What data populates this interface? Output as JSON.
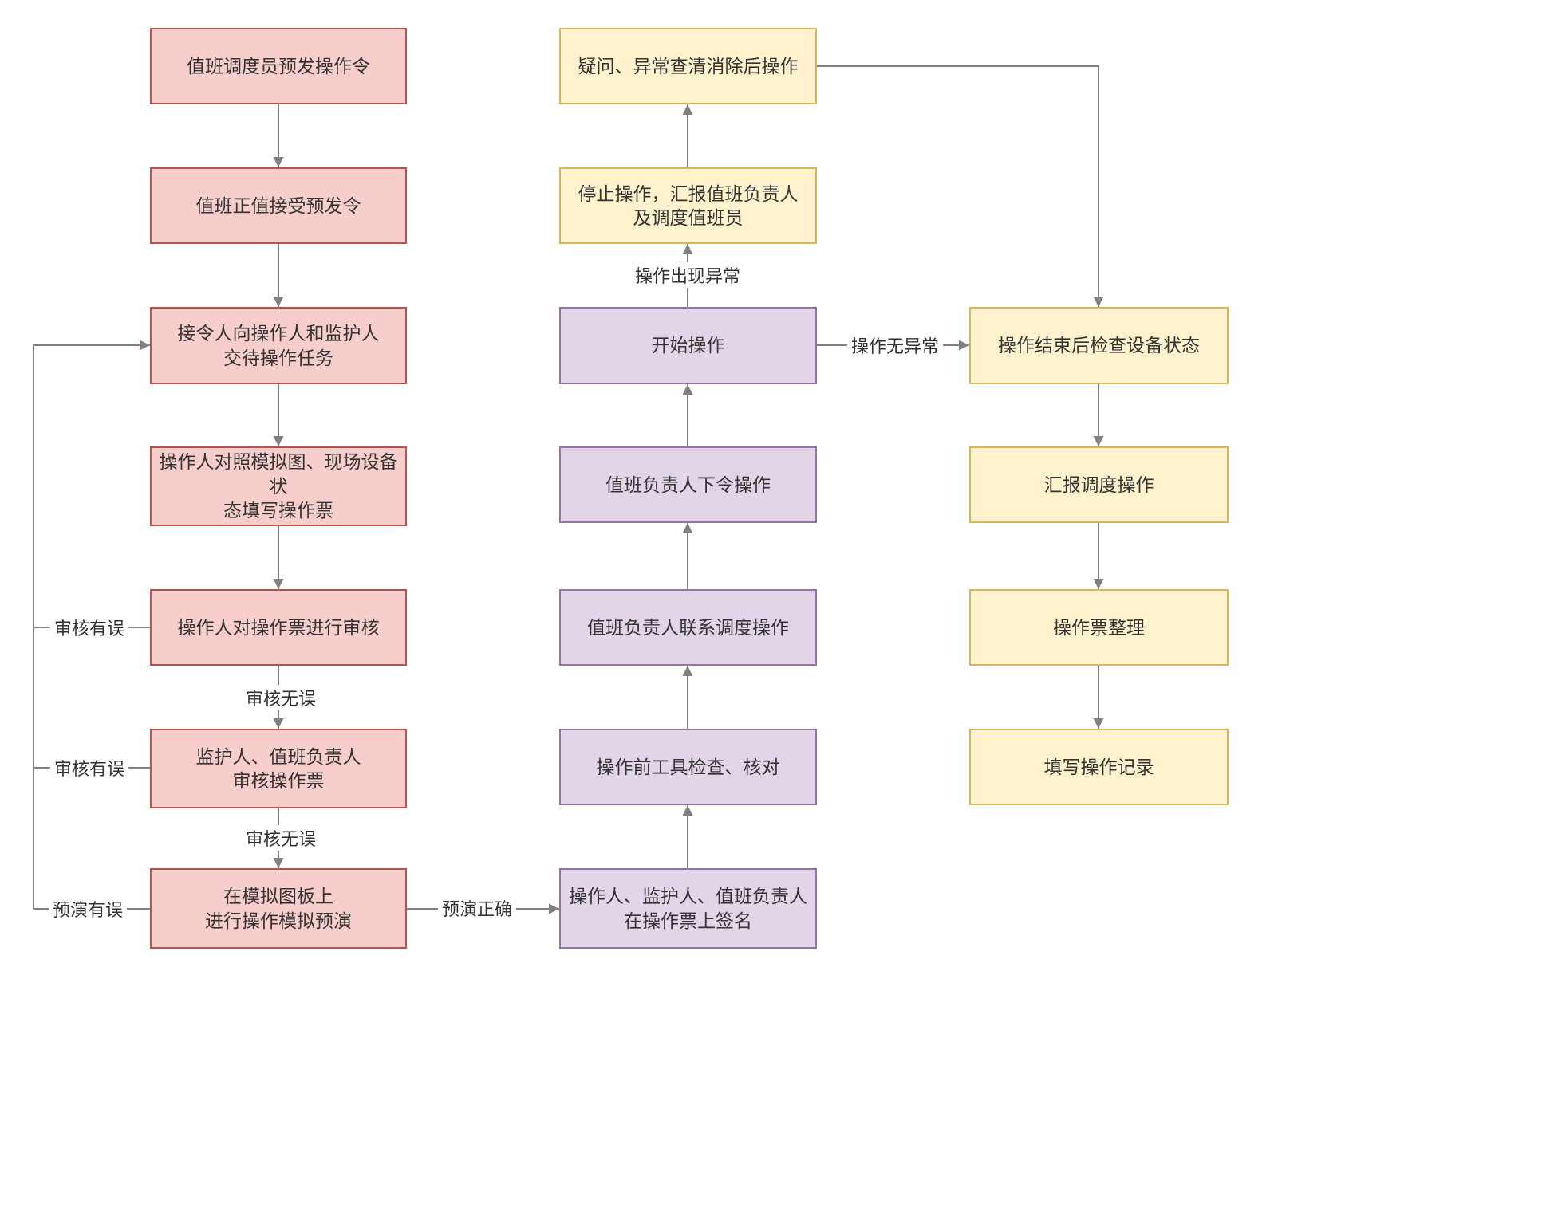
{
  "diagram": {
    "nodes": {
      "pre_issue_order": {
        "label": "值班调度员预发操作令",
        "color": "red"
      },
      "accept_pre_order": {
        "label": "值班正值接受预发令",
        "color": "red"
      },
      "assign_task": {
        "label": "接令人向操作人和监护人\n交待操作任务",
        "color": "red"
      },
      "fill_ticket": {
        "label": "操作人对照模拟图、现场设备状\n态填写操作票",
        "color": "red"
      },
      "operator_review": {
        "label": "操作人对操作票进行审核",
        "color": "red"
      },
      "guardian_review": {
        "label": "监护人、值班负责人\n审核操作票",
        "color": "red"
      },
      "simulate_rehearsal": {
        "label": "在模拟图板上\n进行操作模拟预演",
        "color": "red"
      },
      "resolve_abnormal": {
        "label": "疑问、异常查清消除后操作",
        "color": "yellow"
      },
      "stop_report": {
        "label": "停止操作，汇报值班负责人\n及调度值班员",
        "color": "yellow"
      },
      "start_operation": {
        "label": "开始操作",
        "color": "purple"
      },
      "order_operation": {
        "label": "值班负责人下令操作",
        "color": "purple"
      },
      "contact_dispatch": {
        "label": "值班负责人联系调度操作",
        "color": "purple"
      },
      "tool_check": {
        "label": "操作前工具检查、核对",
        "color": "purple"
      },
      "sign_ticket": {
        "label": "操作人、监护人、值班负责人\n在操作票上签名",
        "color": "purple"
      },
      "check_equipment": {
        "label": "操作结束后检查设备状态",
        "color": "yellow"
      },
      "report_dispatch": {
        "label": "汇报调度操作",
        "color": "yellow"
      },
      "organize_ticket": {
        "label": "操作票整理",
        "color": "yellow"
      },
      "write_record": {
        "label": "填写操作记录",
        "color": "yellow"
      }
    },
    "edge_labels": {
      "review_ok_1": "审核无误",
      "review_ok_2": "审核无误",
      "review_error_1": "审核有误",
      "review_error_2": "审核有误",
      "rehearsal_error": "预演有误",
      "rehearsal_ok": "预演正确",
      "no_abnormal": "操作无异常",
      "abnormal": "操作出现异常"
    },
    "colors": {
      "red_fill": "#f8cecc",
      "red_stroke": "#b85450",
      "purple_fill": "#e1d5e7",
      "purple_stroke": "#9673a6",
      "yellow_fill": "#fff2cc",
      "yellow_stroke": "#d6b656",
      "line": "#808080",
      "text": "#333333"
    }
  }
}
